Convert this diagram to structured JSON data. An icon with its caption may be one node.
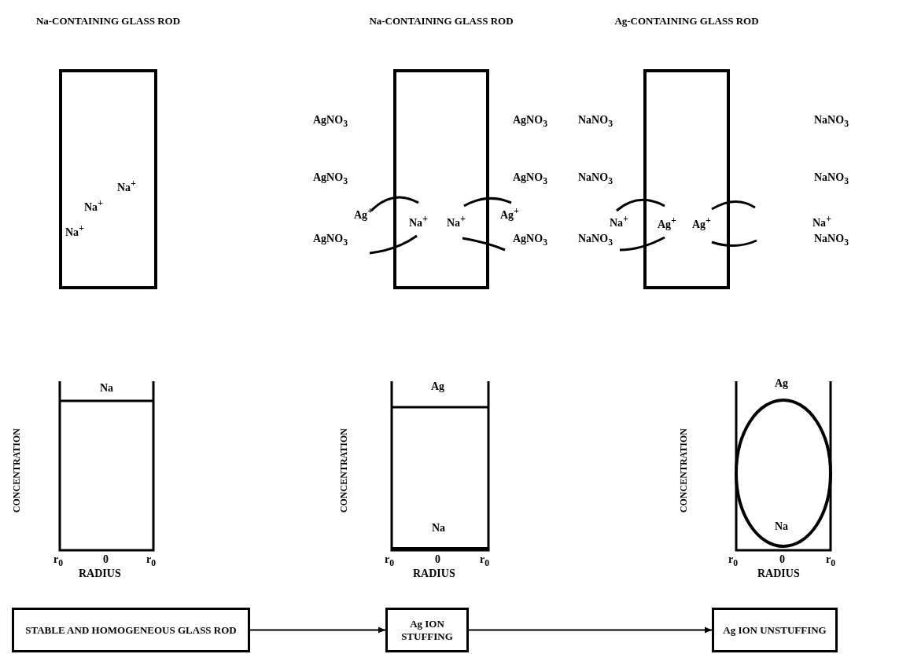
{
  "diagram": {
    "nodes": [
      {
        "text": [
          "Na-CONTAINING GLASS ROD",
          "Na$^{+}$",
          "Na$^{+}$",
          "Na$^{+}$"
        ]
      },
      {
        "text": [
          "Na-CONTAINING GLASS ROD",
          "Na$^{+}$",
          "Na$^{+}$"
        ]
      },
      {
        "text": [
          "Ag-CONTAINING GLASS ROD",
          "Ag$^{+}$",
          "Ag$^{+}$"
        ]
      },
      {
        "text": [
          "STABLE AND HOMOGENEOUS GLASS ROD"
        ]
      },
      {
        "text": [
          "Ag ION STUFFING"
        ]
      },
      {
        "text": [
          "Ag ION UNSTUFFING"
        ]
      }
    ],
    "edges": [
      {
        "from": 3,
        "to": 4,
        "arrow": "to"
      },
      {
        "from": 4,
        "to": 5,
        "arrow": "to"
      }
    ],
    "labels": [
      "AgNO$_{3}$",
      "AgNO$_{3}$",
      "AgNO$_{3}$",
      "AgNO$_{3}$",
      "Ag$^{+}$",
      "Ag$^{+}$",
      "AgNO$_{3}$",
      "AgNO$_{3}$",
      "NaNO$_{3}$",
      "NaNO$_{3}$",
      "NaNO$_{3}$",
      "NaNO$_{3}$",
      "Na$^{+}$",
      "Na$^{+}$",
      "NaNO$_{3}$",
      "NaNO$_{3}$",
      "Na",
      "CONCENTRATION",
      "r$_{0}$",
      "0",
      "r$_{0}$",
      "RADIUS",
      "Ag",
      "Na",
      "CONCENTRATION",
      "r$_{0}$",
      "0",
      "r$_{0}$",
      "RADIUS",
      "Ag",
      "Na",
      "CONCENTRATION",
      "r$_{0}$",
      "0",
      "r$_{0}$",
      "RADIUS"
    ]
  }
}
